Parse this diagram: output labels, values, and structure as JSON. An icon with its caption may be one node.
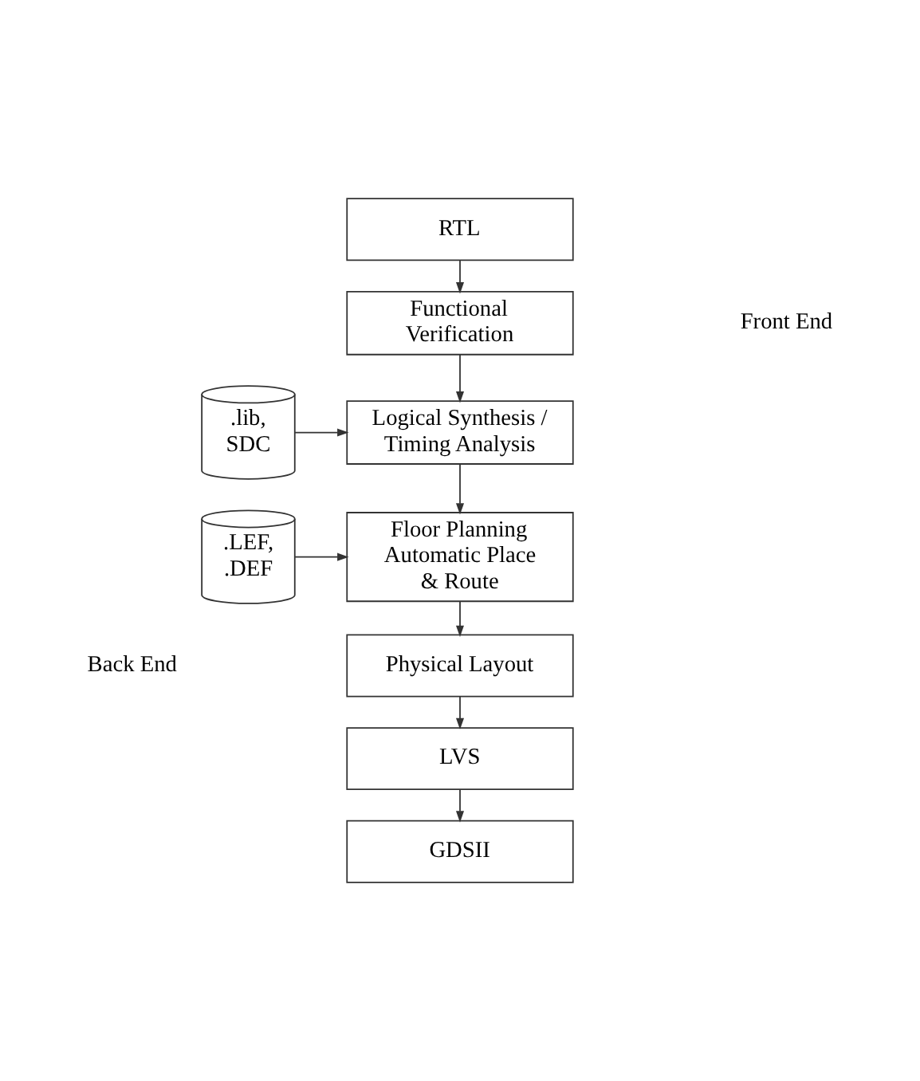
{
  "diagram": {
    "nodes": [
      {
        "text": [
          "RTL"
        ]
      },
      {
        "text": [
          "Functional Verification"
        ]
      },
      {
        "text": [
          "Logical Synthesis / Timing Analysis"
        ]
      },
      {
        "text": [
          ".lib, SDC"
        ]
      },
      {
        "text": [
          "Floor Planning Automatic Place & Route"
        ]
      },
      {
        "text": [
          ".LEF, .DEF"
        ]
      },
      {
        "text": [
          "Physical Layout"
        ]
      },
      {
        "text": [
          "LVS"
        ]
      },
      {
        "text": [
          "GDSII"
        ]
      }
    ],
    "edges": [
      {
        "from": 0,
        "to": 1,
        "arrow": "to"
      },
      {
        "from": 1,
        "to": 2,
        "arrow": "to"
      },
      {
        "from": 3,
        "to": 2,
        "arrow": "to"
      },
      {
        "from": 2,
        "to": 4,
        "arrow": "to"
      },
      {
        "from": 5,
        "to": 4,
        "arrow": "to"
      },
      {
        "from": 4,
        "to": 6,
        "arrow": "to"
      },
      {
        "from": 6,
        "to": 7,
        "arrow": "to"
      },
      {
        "from": 7,
        "to": 8,
        "arrow": "to"
      }
    ],
    "labels": [
      "Front End",
      "Back End"
    ]
  }
}
